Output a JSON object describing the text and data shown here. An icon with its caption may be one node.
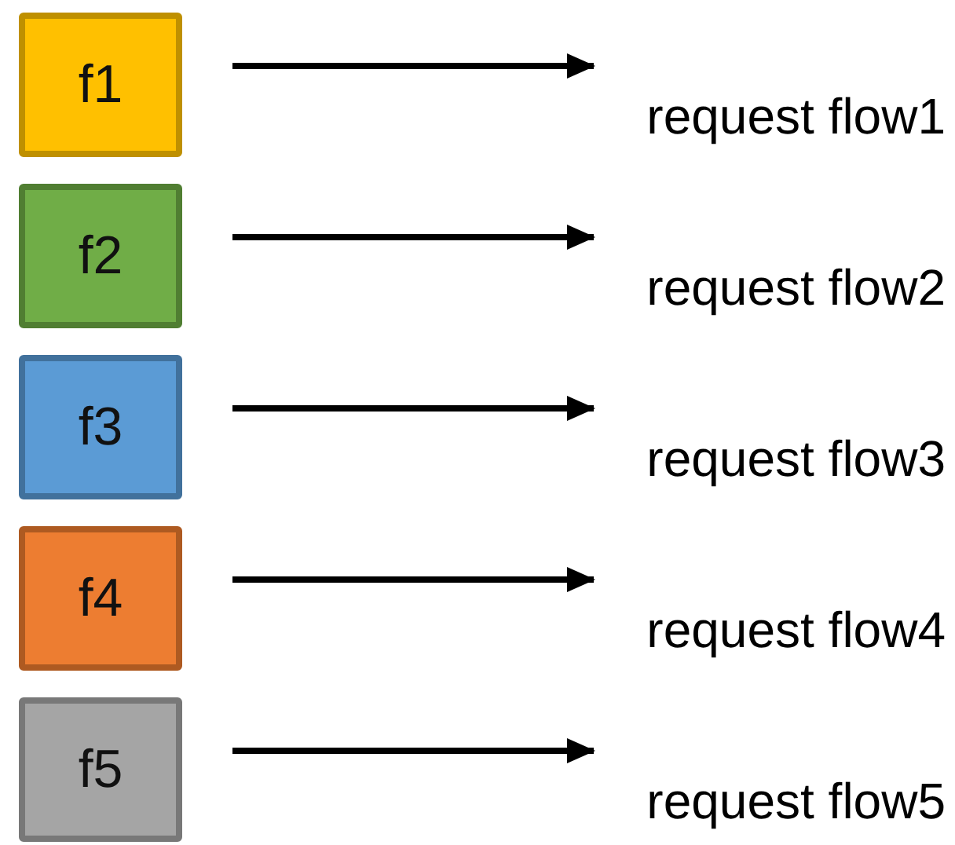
{
  "diagram": {
    "nodes": [
      {
        "text": [
          "f1"
        ]
      },
      {
        "text": [
          "f2"
        ]
      },
      {
        "text": [
          "f3"
        ]
      },
      {
        "text": [
          "f4"
        ]
      },
      {
        "text": [
          "f5"
        ]
      }
    ],
    "edges": [
      {
        "from": 0,
        "to": null,
        "arrow": "to",
        "label": "request flow1"
      },
      {
        "from": 1,
        "to": null,
        "arrow": "to",
        "label": "request flow2"
      },
      {
        "from": 2,
        "to": null,
        "arrow": "to",
        "label": "request flow3"
      },
      {
        "from": 3,
        "to": null,
        "arrow": "to",
        "label": "request flow4"
      },
      {
        "from": 4,
        "to": null,
        "arrow": "to",
        "label": "request flow5"
      }
    ]
  }
}
